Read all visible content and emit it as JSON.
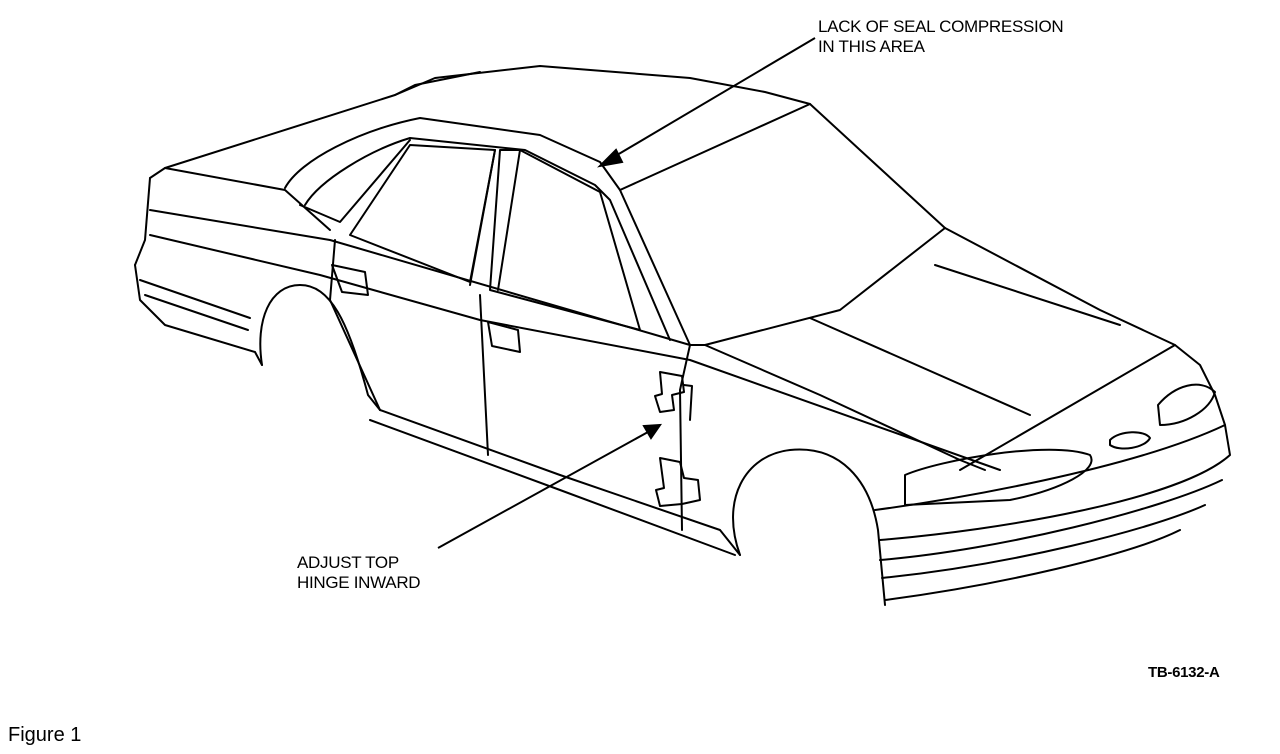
{
  "callouts": {
    "seal": {
      "line1": "LACK OF SEAL COMPRESSION",
      "line2": "IN THIS AREA"
    },
    "hinge": {
      "line1": "ADJUST TOP",
      "line2": "HINGE INWARD"
    }
  },
  "figure_code": "TB-6132-A",
  "caption": "Figure 1",
  "colors": {
    "ink": "#000000",
    "paper": "#ffffff"
  }
}
